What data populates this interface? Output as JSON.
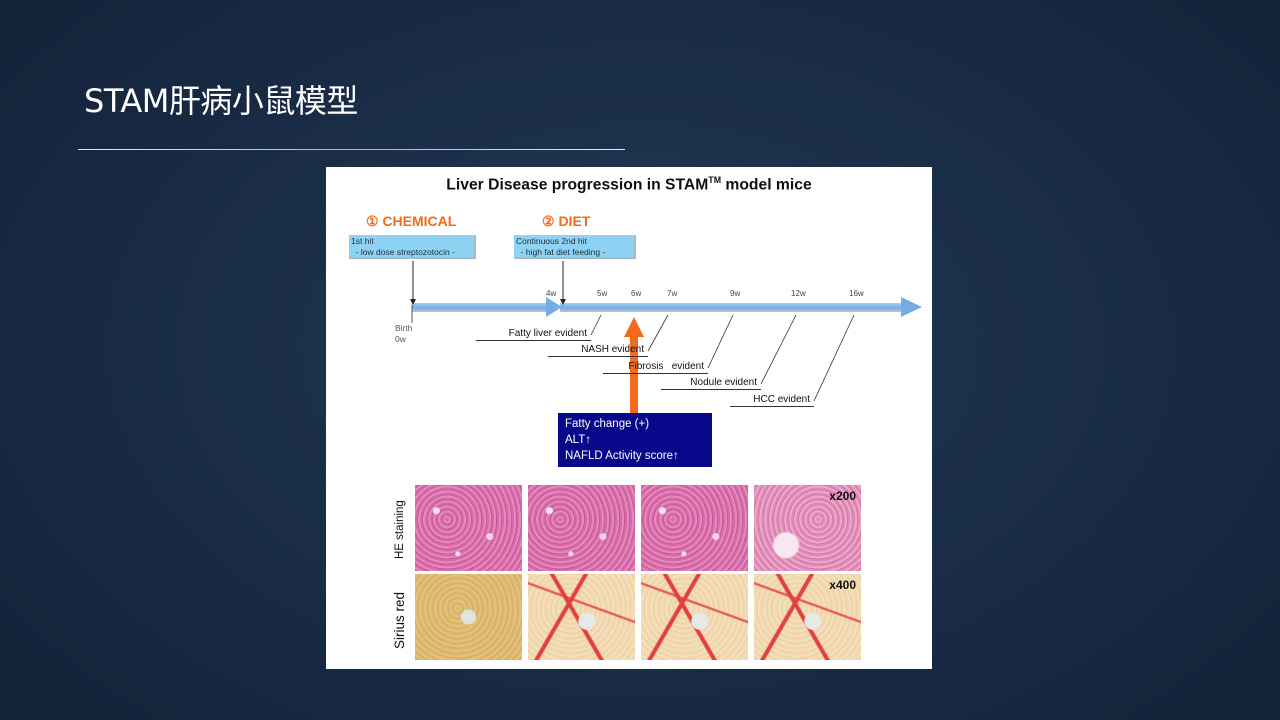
{
  "slide": {
    "title": "STAM肝病小鼠模型"
  },
  "figure": {
    "title_prefix": "Liver Disease progression in ",
    "title_brand": "STAM",
    "title_tm": "TM",
    "title_suffix": " model mice",
    "steps": [
      {
        "label": "① CHEMICAL",
        "box_line1": "1st hit",
        "box_line2": "  - low dose streptozotocin -"
      },
      {
        "label": "② DIET",
        "box_line1": "Continuous 2nd hit",
        "box_line2": "  - high fat diet feeding -"
      }
    ],
    "timeline": {
      "start_label_1": "Birth",
      "start_label_2": "0w",
      "weeks": [
        "4w",
        "5w",
        "6w",
        "7w",
        "9w",
        "12w",
        "16w"
      ],
      "arrow_color": "#7bb4e8",
      "events": [
        {
          "label": "Fatty liver evident",
          "week": "5w"
        },
        {
          "label": "NASH evident",
          "week": "7w"
        },
        {
          "label": "Fibrosis   evident",
          "week": "9w"
        },
        {
          "label": "Nodule evident",
          "week": "12w"
        },
        {
          "label": "HCC evident",
          "week": "16w"
        }
      ]
    },
    "marker": {
      "week": "6w",
      "arrow_color": "#f26b1d",
      "box_color": "#08088a",
      "lines": [
        "Fatty change (+)",
        "ALT↑",
        "NAFLD Activity score↑"
      ]
    },
    "histology": {
      "rows": [
        {
          "label": "HE staining",
          "magnification": "x200"
        },
        {
          "label": "Sirius red",
          "magnification": "x400"
        }
      ]
    }
  }
}
